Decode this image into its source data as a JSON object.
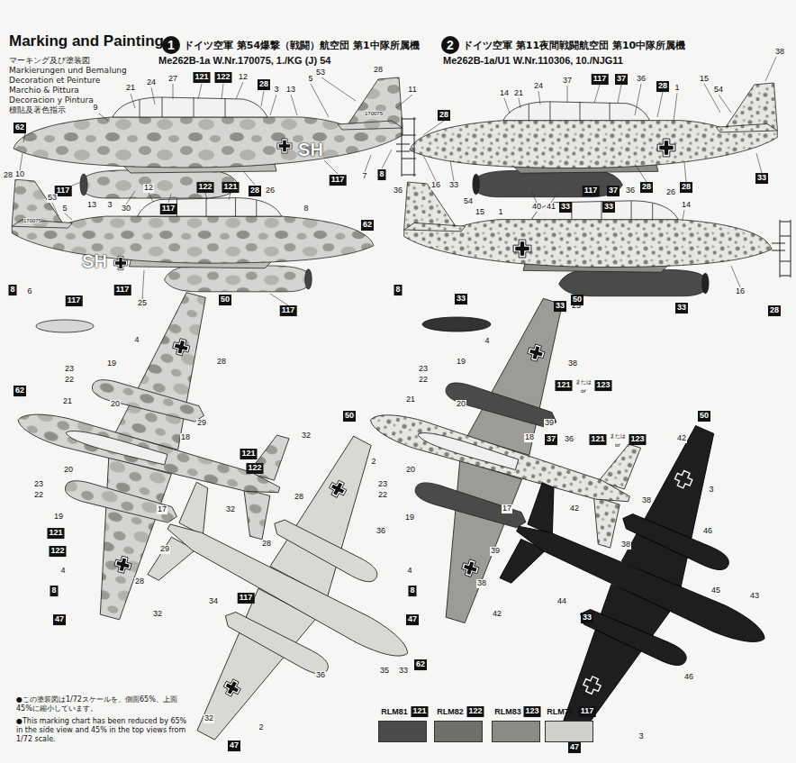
{
  "diagram": {
    "title": "Marking and Painting",
    "nodes": [
      {
        "text": [
          "1"
        ]
      },
      {
        "text": [
          "2"
        ]
      }
    ],
    "labels": [
      "マーキング及び塗装図",
      "Markierungen und Bemalung",
      "Decoration et Peinture",
      "Marchio & Pittura",
      "Decoracion y Pintura",
      "標貼及著色指示",
      "ドイツ空軍 第54爆撃（戦闘）航空団 第1中隊所属機",
      "Me262B-1a W.Nr.170075, 1./KG (J) 54",
      "ドイツ空軍 第11夜間戦闘航空団 第10中隊所属機",
      "Me262B-1a/U1 W.Nr.110306, 10./NJG11",
      "9",
      "21",
      "24",
      "27",
      "121",
      "122",
      "12",
      "28",
      "3",
      "13",
      "5",
      "53",
      "28",
      "11",
      "62",
      "10",
      "117",
      "30",
      "117",
      "28",
      "117",
      "7",
      "8",
      "SH",
      "170075",
      "28",
      "53",
      "5",
      "13",
      "3",
      "12",
      "122",
      "121",
      "26",
      "8",
      "62",
      "8",
      "6",
      "117",
      "25",
      "117",
      "SH",
      "170075",
      "117",
      "28",
      "14",
      "21",
      "24",
      "37",
      "117",
      "37",
      "36",
      "28",
      "1",
      "15",
      "54",
      "38",
      "16",
      "33",
      "40",
      "41",
      "33",
      "33",
      "28",
      "28",
      "33",
      "36",
      "54",
      "15",
      "1",
      "117",
      "37",
      "36",
      "26",
      "14",
      "33",
      "25",
      "16",
      "33",
      "8",
      "28",
      "33",
      "50",
      "4",
      "28",
      "23",
      "22",
      "19",
      "62",
      "21",
      "20",
      "18",
      "29",
      "17",
      "20",
      "121",
      "122",
      "28",
      "32",
      "23",
      "22",
      "19",
      "121",
      "122",
      "29",
      "28",
      "4",
      "28",
      "8",
      "47",
      "32",
      "50",
      "2",
      "36",
      "32",
      "34",
      "117",
      "36",
      "35",
      "33",
      "62",
      "32",
      "2",
      "47",
      "50",
      "4",
      "38",
      "23",
      "22",
      "19",
      "121",
      "または",
      "or",
      "123",
      "21",
      "20",
      "18",
      "39",
      "37",
      "36",
      "121",
      "または",
      "or",
      "123",
      "20",
      "23",
      "22",
      "17",
      "42",
      "38",
      "19",
      "39",
      "38",
      "4",
      "38",
      "8",
      "47",
      "50",
      "42",
      "3",
      "46",
      "44",
      "33",
      "45",
      "43",
      "42",
      "46",
      "42",
      "3",
      "47",
      "●この塗装図は1/72スケールを、側面65%、上面45%に縮小しています。",
      "●This marking chart has been reduced by 65% in the side view and 45% in the top views from 1/72 scale.",
      "121",
      "122",
      "123",
      "117"
    ],
    "legend": [
      {
        "text": "RLM81",
        "color": "#4a4a48"
      },
      {
        "text": "RLM82",
        "color": "#6f6f6c"
      },
      {
        "text": "RLM83",
        "color": "#8a8a86"
      },
      {
        "text": "RLM76",
        "color": "#cfcfcc"
      }
    ]
  }
}
